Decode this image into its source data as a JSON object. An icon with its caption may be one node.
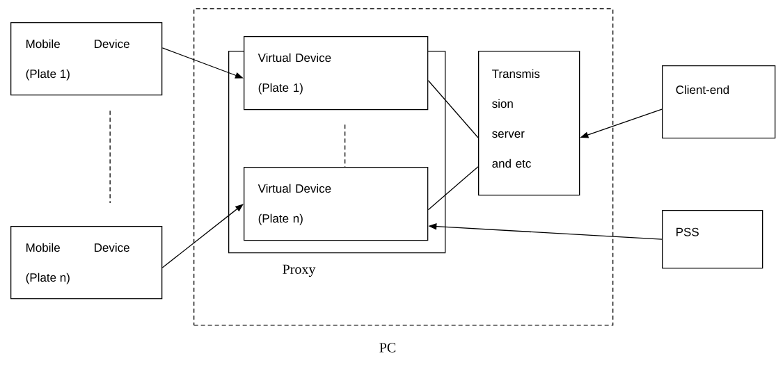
{
  "diagram": {
    "nodes": [
      {
        "text": [
          "Proxy"
        ]
      },
      {
        "text": [
          "Mobile Device (Plate 1)"
        ]
      },
      {
        "text": [
          "Mobile Device (Plate n)"
        ]
      },
      {
        "text": [],
        "shape": "box",
        "in": 0
      },
      {
        "text": [
          "Virtual Device (Plate 1)"
        ],
        "in": 0
      },
      {
        "text": [
          "Virtual Device (Plate n)"
        ],
        "in": 3
      },
      {
        "text": [
          "Transmis sion server and etc"
        ],
        "in": 0
      },
      {
        "text": [
          "Client-end"
        ]
      },
      {
        "text": [
          "PSS"
        ]
      }
    ],
    "edges": [
      {
        "from": 1,
        "to": 4,
        "arrow": "to"
      },
      {
        "from": 2,
        "to": 5,
        "arrow": "to"
      },
      {
        "from": 1,
        "to": 2,
        "arrow": "none",
        "style": "dashed"
      },
      {
        "from": 4,
        "to": 5,
        "arrow": "none",
        "style": "dashed"
      },
      {
        "from": 4,
        "to": 6,
        "arrow": "none"
      },
      {
        "from": 5,
        "to": 6,
        "arrow": "none"
      },
      {
        "from": 7,
        "to": 6,
        "arrow": "to"
      },
      {
        "from": 8,
        "to": 5,
        "arrow": "to"
      }
    ],
    "labels": [
      "PC"
    ]
  }
}
